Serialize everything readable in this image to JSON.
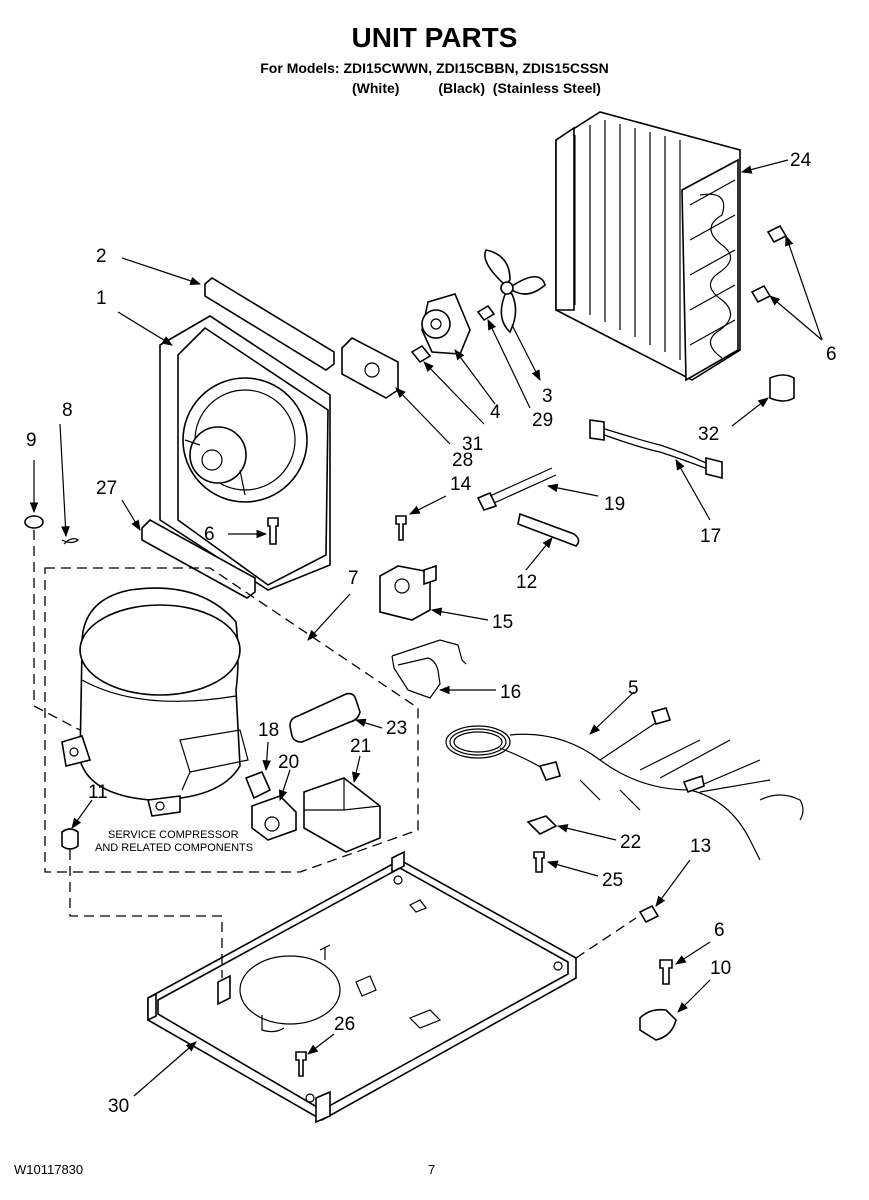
{
  "header": {
    "title": "UNIT PARTS",
    "models_line": "For Models: ZDI15CWWN, ZDI15CBBN, ZDIS15CSSN",
    "finishes_line": "(White)          (Black)  (Stainless Steel)"
  },
  "service_note": {
    "line1": "SERVICE COMPRESSOR",
    "line2": "AND RELATED COMPONENTS"
  },
  "callouts": [
    "1",
    "2",
    "3",
    "4",
    "5",
    "6",
    "6",
    "6",
    "7",
    "8",
    "9",
    "10",
    "11",
    "12",
    "13",
    "14",
    "15",
    "16",
    "17",
    "18",
    "19",
    "20",
    "21",
    "22",
    "23",
    "24",
    "25",
    "26",
    "27",
    "28",
    "29",
    "30",
    "31",
    "32"
  ],
  "footer": {
    "doc_number": "W10117830",
    "page_number": "7"
  }
}
